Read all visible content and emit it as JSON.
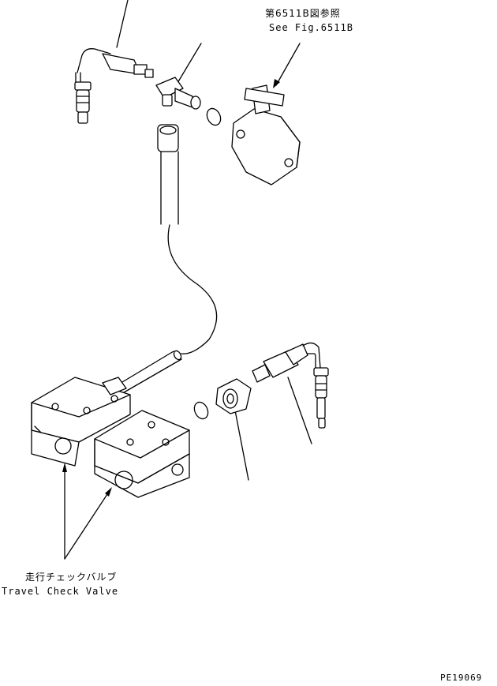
{
  "callouts": {
    "ref_jp": "第6511B図参照",
    "ref_en": "See Fig.6511B",
    "valve_jp": "走行チェックバルブ",
    "valve_en": "Travel Check Valve"
  },
  "footer": {
    "drawing_code": "PE19069"
  }
}
